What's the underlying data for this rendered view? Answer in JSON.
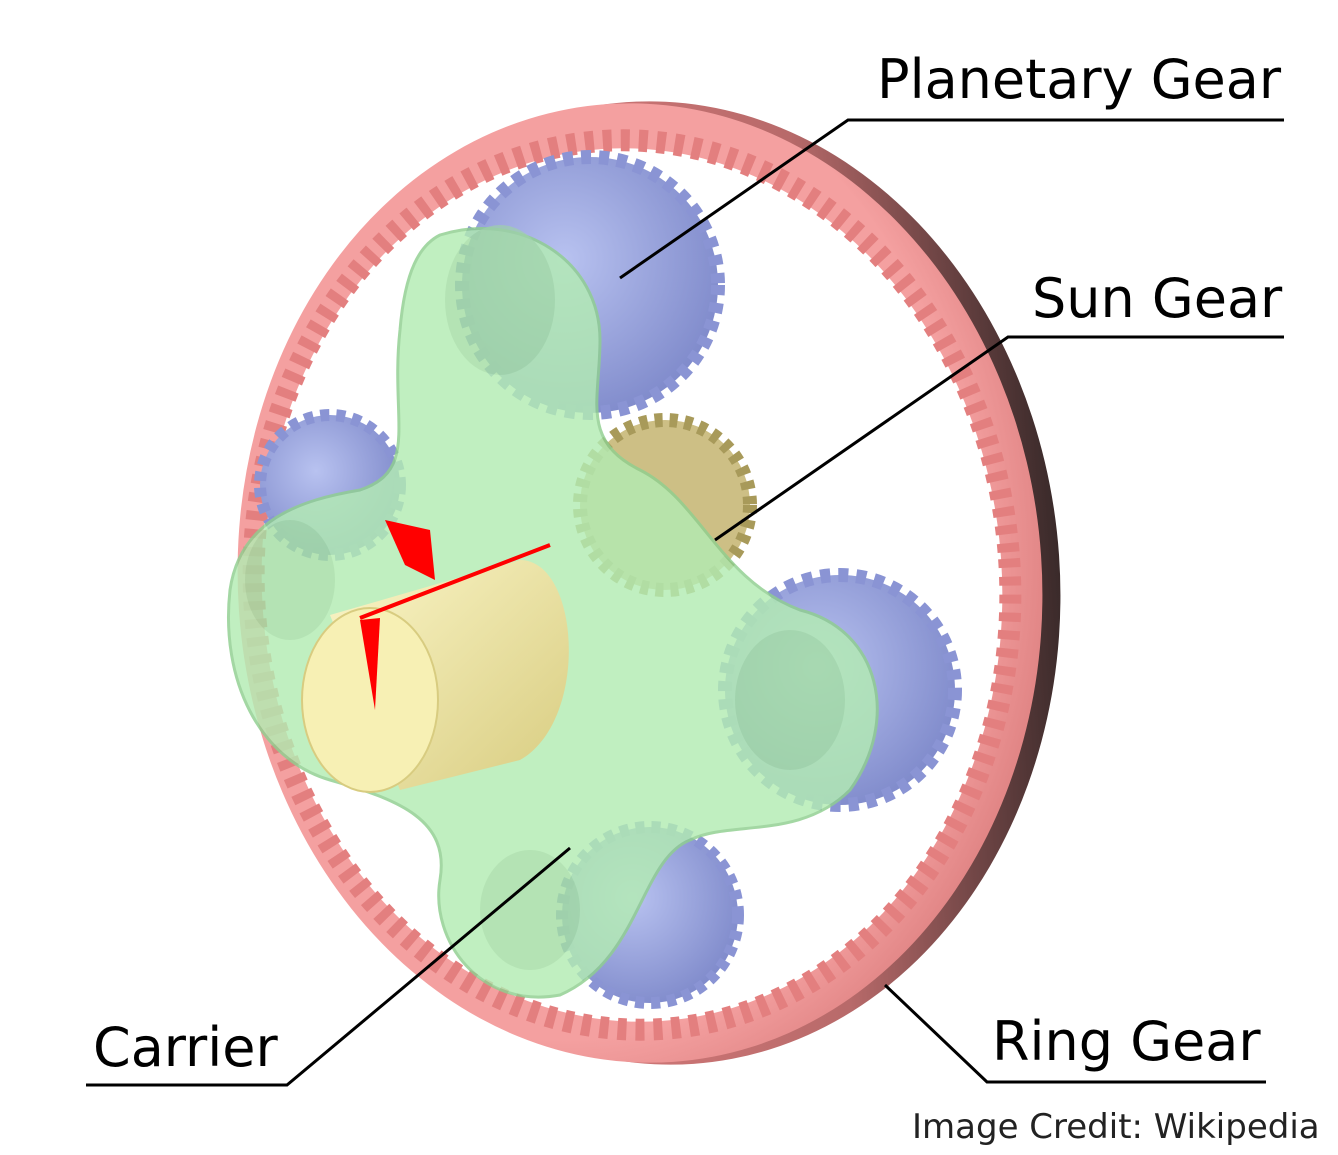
{
  "labels": {
    "planetary_gear": "Planetary Gear",
    "sun_gear": "Sun Gear",
    "carrier": "Carrier",
    "ring_gear": "Ring Gear"
  },
  "credit": "Image Credit: Wikipedia",
  "colors": {
    "ring": "#e98c8c",
    "ring_shadow": "#5a3a3a",
    "planet": "#9aa6e0",
    "sun": "#c8b878",
    "carrier": "#a8e6a8",
    "shaft": "#f2eaa6",
    "marker": "#ff0000"
  }
}
